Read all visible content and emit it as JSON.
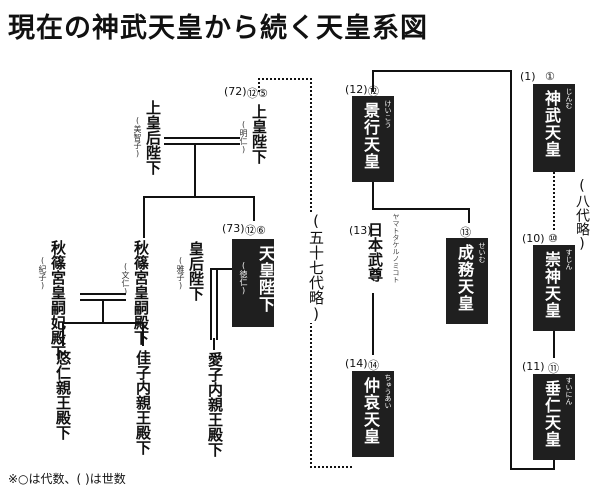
{
  "title": "現在の神武天皇から続く天皇系図",
  "note": "※○は代数、( )は世数",
  "nodes": {
    "jimmu": {
      "gen": "(1)",
      "num": "①",
      "ruby": "じんむ",
      "name": "神武天皇"
    },
    "sujin": {
      "gen": "(10)",
      "num": "⑩",
      "ruby": "すじん",
      "name": "崇神天皇"
    },
    "suinin": {
      "gen": "(11)",
      "num": "⑪",
      "ruby": "すいにん",
      "name": "垂仁天皇"
    },
    "keiko": {
      "gen": "(12)",
      "num": "⑫",
      "ruby": "けいこう",
      "name": "景行天皇"
    },
    "yamato": {
      "gen": "(13)",
      "ruby": "ヤマトタケルノミコト",
      "name": "日本武尊"
    },
    "seimu": {
      "num": "⑬",
      "ruby": "せいむ",
      "name": "成務天皇"
    },
    "chuai": {
      "gen": "(14)",
      "num": "⑭",
      "ruby": "ちゅうあい",
      "name": "仲哀天皇"
    },
    "joko": {
      "gen": "(72)",
      "num": "⑫⑤",
      "name": "上皇陛下",
      "sub": "(明仁)"
    },
    "jokogo": {
      "name": "上皇后陛下",
      "sub": "(美智子)"
    },
    "tenno": {
      "gen": "(73)",
      "num": "⑫⑥",
      "name": "天皇陛下",
      "sub": "(徳仁)"
    },
    "kogo": {
      "name": "皇后陛下",
      "sub": "(雅子)"
    },
    "akishino": {
      "name": "秋篠宮皇嗣殿下",
      "sub": "(文仁)"
    },
    "akishinohi": {
      "name": "秋篠宮皇嗣妃殿下",
      "sub": "(紀子)"
    },
    "hisahito": {
      "name": "悠仁親王殿下"
    },
    "kako": {
      "name": "佳子内親王殿下"
    },
    "aiko": {
      "name": "愛子内親王殿下"
    }
  },
  "gaps": {
    "eight": "(八代略)",
    "fiftyseven": "(五十七代略)"
  }
}
